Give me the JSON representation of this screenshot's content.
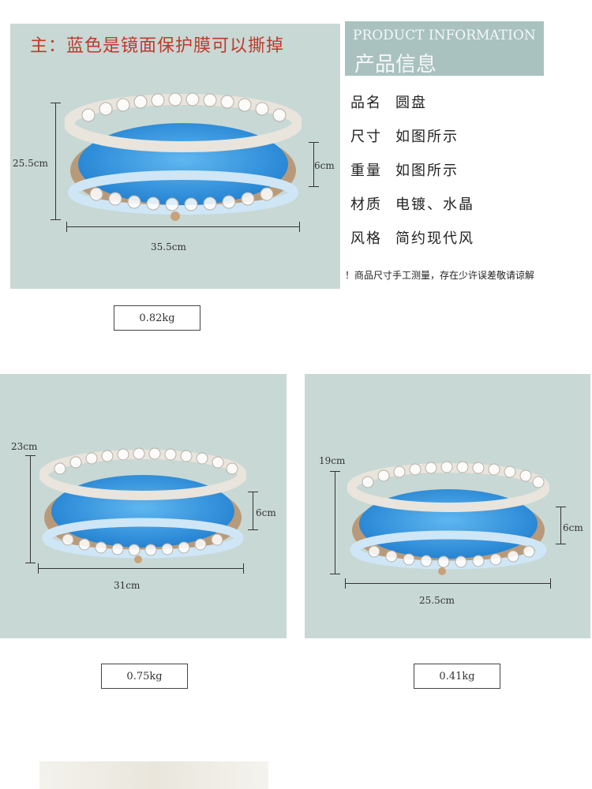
{
  "notice": "主：蓝色是镜面保护膜可以撕掉",
  "info": {
    "header_en": "PRODUCT INFORMATION",
    "header_zh": "产品信息",
    "rows": [
      {
        "key": "品名",
        "value": "圆盘"
      },
      {
        "key": "尺寸",
        "value": "如图所示"
      },
      {
        "key": "重量",
        "value": "如图所示"
      },
      {
        "key": "材质",
        "value": "电镀、水晶"
      },
      {
        "key": "风格",
        "value": "简约现代风"
      }
    ],
    "note": "！商品尺寸手工测量，存在少许误差敬请谅解"
  },
  "products": [
    {
      "height": "25.5cm",
      "depth": "6cm",
      "width": "35.5cm",
      "weight": "0.82kg"
    },
    {
      "height": "23cm",
      "depth": "6cm",
      "width": "31cm",
      "weight": "0.75kg"
    },
    {
      "height": "19cm",
      "depth": "6cm",
      "width": "25.5cm",
      "weight": "0.41kg"
    }
  ],
  "colors": {
    "panel_bg": "#c8d8d5",
    "mirror_blue": "#2f8fd8",
    "notice_red": "#c0392b",
    "header_bg": "#a9c2c0"
  }
}
